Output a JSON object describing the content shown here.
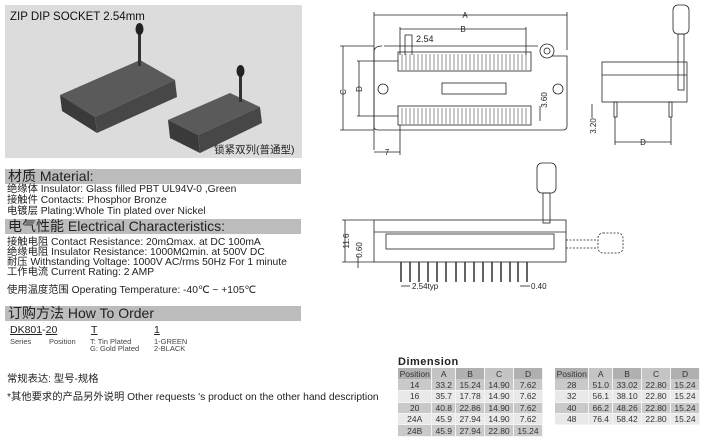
{
  "photo": {
    "title": "ZIP DIP SOCKET 2.54mm",
    "caption": "锁紧双列(普通型)"
  },
  "drawing": {
    "dims": {
      "a": "A",
      "b": "B",
      "pitch": "2.54",
      "c": "C",
      "d": "D",
      "slot": "3.60",
      "edge": "7",
      "pin_len": "3.20",
      "height": "11.6",
      "standoff": "0.60",
      "pitch_typ": "2.54typ",
      "pin_w": "0.40"
    }
  },
  "material": {
    "heading": "材质 Material:",
    "lines": [
      "绝缘体 Insulator: Glass filled PBT UL94V-0 ,Green",
      "接触件 Contacts: Phosphor Bronze",
      "电镀层 Plating:Whole Tin plated over Nickel"
    ]
  },
  "electrical": {
    "heading": "电气性能 Electrical Characteristics:",
    "lines": [
      "接触电阻 Contact Resistance: 20mΩmax. at DC 100mA",
      "绝缘电阻 Insulator Resistance: 1000MΩmin. at 500V DC",
      "耐压 Withstanding Voltage: 1000V AC/rms 50Hz For 1 minute",
      "工作电流 Current Rating: 2 AMP"
    ],
    "temperature": "使用温度范围 Operating Temperature: -40℃ ~ +105℃"
  },
  "order": {
    "heading": "订购方法 How To Order",
    "series_code": "DK801",
    "sep": "-",
    "position_code": "20",
    "plating_code": "T",
    "color_code": "1",
    "series_label": "Series",
    "position_label": "Position",
    "plating_options": [
      "T: Tin Plated",
      "G: Gold Plated"
    ],
    "color_options": [
      "1-GREEN",
      "2-BLACK"
    ],
    "convention": "常规表达: 型号-规格",
    "note": "*其他要求的产品另外说明 Other requests 's product on the other hand description"
  },
  "dimension": {
    "title": "Dimension",
    "headers": [
      "Position",
      "A",
      "B",
      "C",
      "D"
    ],
    "table1": [
      [
        "14",
        "33.2",
        "15.24",
        "14.90",
        "7.62"
      ],
      [
        "16",
        "35.7",
        "17.78",
        "14.90",
        "7.62"
      ],
      [
        "20",
        "40.8",
        "22.86",
        "14.90",
        "7.62"
      ],
      [
        "24A",
        "45.9",
        "27.94",
        "14.90",
        "7.62"
      ],
      [
        "24B",
        "45.9",
        "27.94",
        "22.80",
        "15.24"
      ]
    ],
    "table2": [
      [
        "28",
        "51.0",
        "33.02",
        "22.80",
        "15.24"
      ],
      [
        "32",
        "56.1",
        "38.10",
        "22.80",
        "15.24"
      ],
      [
        "40",
        "66.2",
        "48.26",
        "22.80",
        "15.24"
      ],
      [
        "48",
        "76.4",
        "58.42",
        "22.80",
        "15.24"
      ]
    ]
  }
}
